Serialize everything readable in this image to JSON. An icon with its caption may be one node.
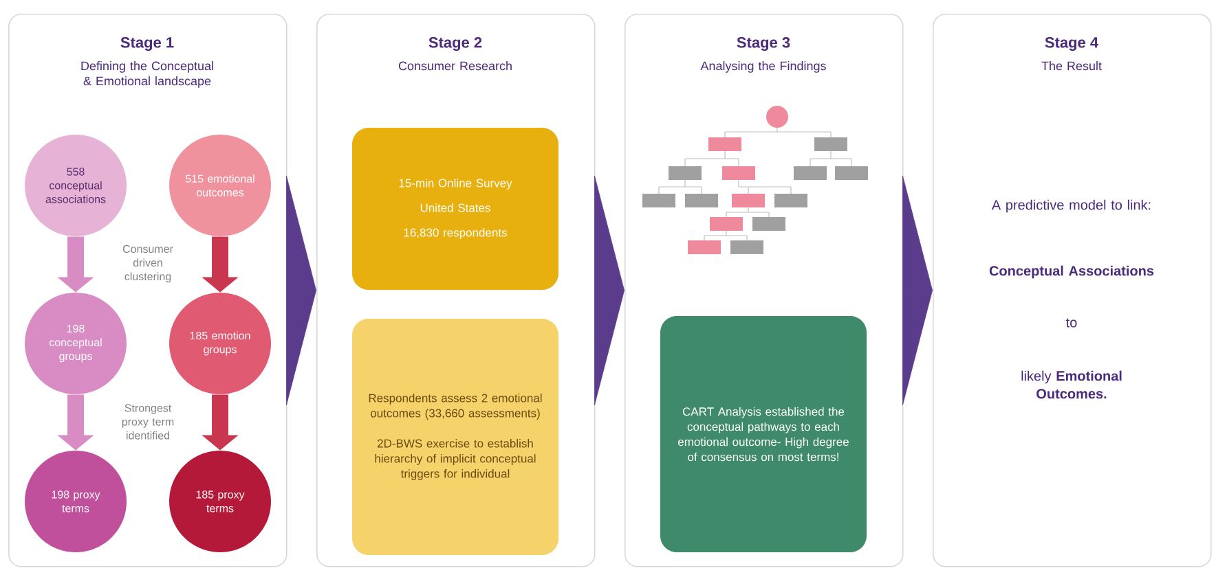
{
  "diagram": {
    "nodes": [
      {
        "text": [
          "Stage 1",
          "Defining the Conceptual & Emotional landscape"
        ]
      },
      {
        "text": [
          "558 conceptual associations"
        ],
        "in": 0
      },
      {
        "text": [
          "515 emotional outcomes"
        ],
        "in": 0
      },
      {
        "text": [
          "198 conceptual groups"
        ],
        "in": 0
      },
      {
        "text": [
          "185 emotion groups"
        ],
        "in": 0
      },
      {
        "text": [
          "198 proxy terms"
        ],
        "in": 0
      },
      {
        "text": [
          "185 proxy terms"
        ],
        "in": 0
      },
      {
        "text": [
          "Stage 2",
          "Consumer Research"
        ]
      },
      {
        "text": [
          "15-min Online Survey",
          "United States",
          "16,830 respondents"
        ],
        "in": 7
      },
      {
        "text": [
          "Respondents assess 2 emotional outcomes (33,660 assessments)",
          "2D-BWS exercise to establish hierarchy of implicit conceptual triggers for individual"
        ],
        "in": 7
      },
      {
        "text": [
          "Stage 3",
          "Analysing the Findings"
        ]
      },
      {
        "text": [
          "CART Analysis established the conceptual pathways to each emotional outcome- High degree of consensus on most terms!"
        ],
        "in": 10
      },
      {
        "text": [
          "Stage 4",
          "The Result",
          "A predictive model to link:",
          "Conceptual Associations",
          "to",
          "likely **Emotional Outcomes.**"
        ]
      }
    ],
    "edges": [
      {
        "from": 0,
        "to": 7,
        "arrow": "to",
        "color": "#5b3c8c"
      },
      {
        "from": 7,
        "to": 10,
        "arrow": "to",
        "color": "#5b3c8c"
      },
      {
        "from": 10,
        "to": 12,
        "arrow": "to",
        "color": "#5b3c8c"
      },
      {
        "from": 1,
        "to": 3,
        "arrow": "to",
        "color": "#d98cc4"
      },
      {
        "from": 3,
        "to": 5,
        "arrow": "to",
        "color": "#d98cc4"
      },
      {
        "from": 2,
        "to": 4,
        "arrow": "to",
        "color": "#c8374f"
      },
      {
        "from": 4,
        "to": 6,
        "arrow": "to",
        "color": "#c8374f"
      }
    ],
    "labels": [
      "Consumer driven clustering",
      "Strongest proxy term identified"
    ]
  }
}
